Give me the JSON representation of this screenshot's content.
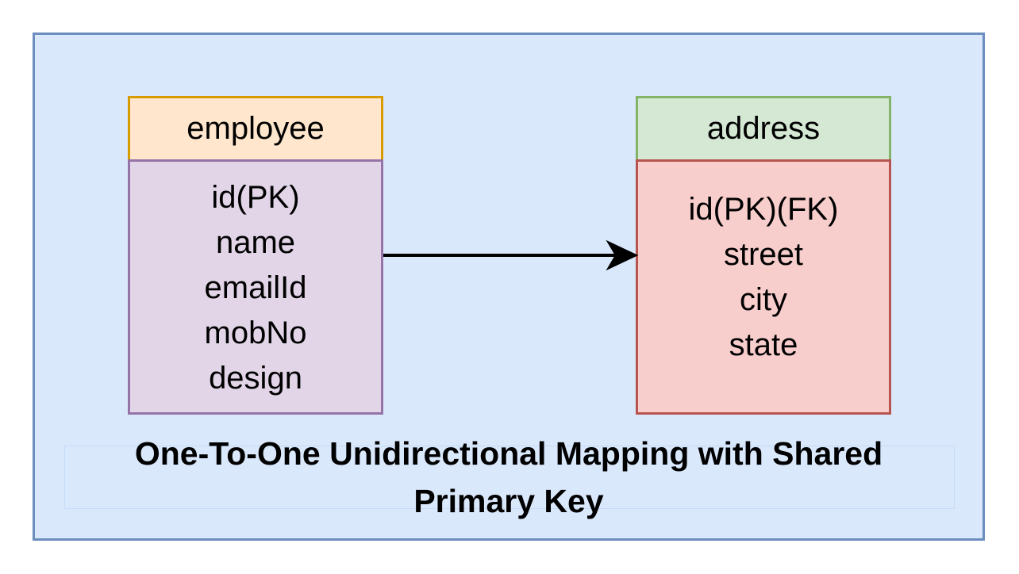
{
  "entities": {
    "employee": {
      "title": "employee",
      "fields": [
        "id(PK)",
        "name",
        "emailId",
        "mobNo",
        "design"
      ]
    },
    "address": {
      "title": "address",
      "fields": [
        "id(PK)(FK)",
        "street",
        "city",
        "state"
      ]
    }
  },
  "caption": {
    "line1": "One-To-One Unidirectional Mapping with Shared",
    "line2": "Primary Key"
  },
  "colors": {
    "background": "#dae8fc",
    "border": "#6c8ebf",
    "employee_header": "#ffe6cc",
    "employee_body": "#e1d5e7",
    "address_header": "#d5e8d4",
    "address_body": "#f8cecc"
  }
}
